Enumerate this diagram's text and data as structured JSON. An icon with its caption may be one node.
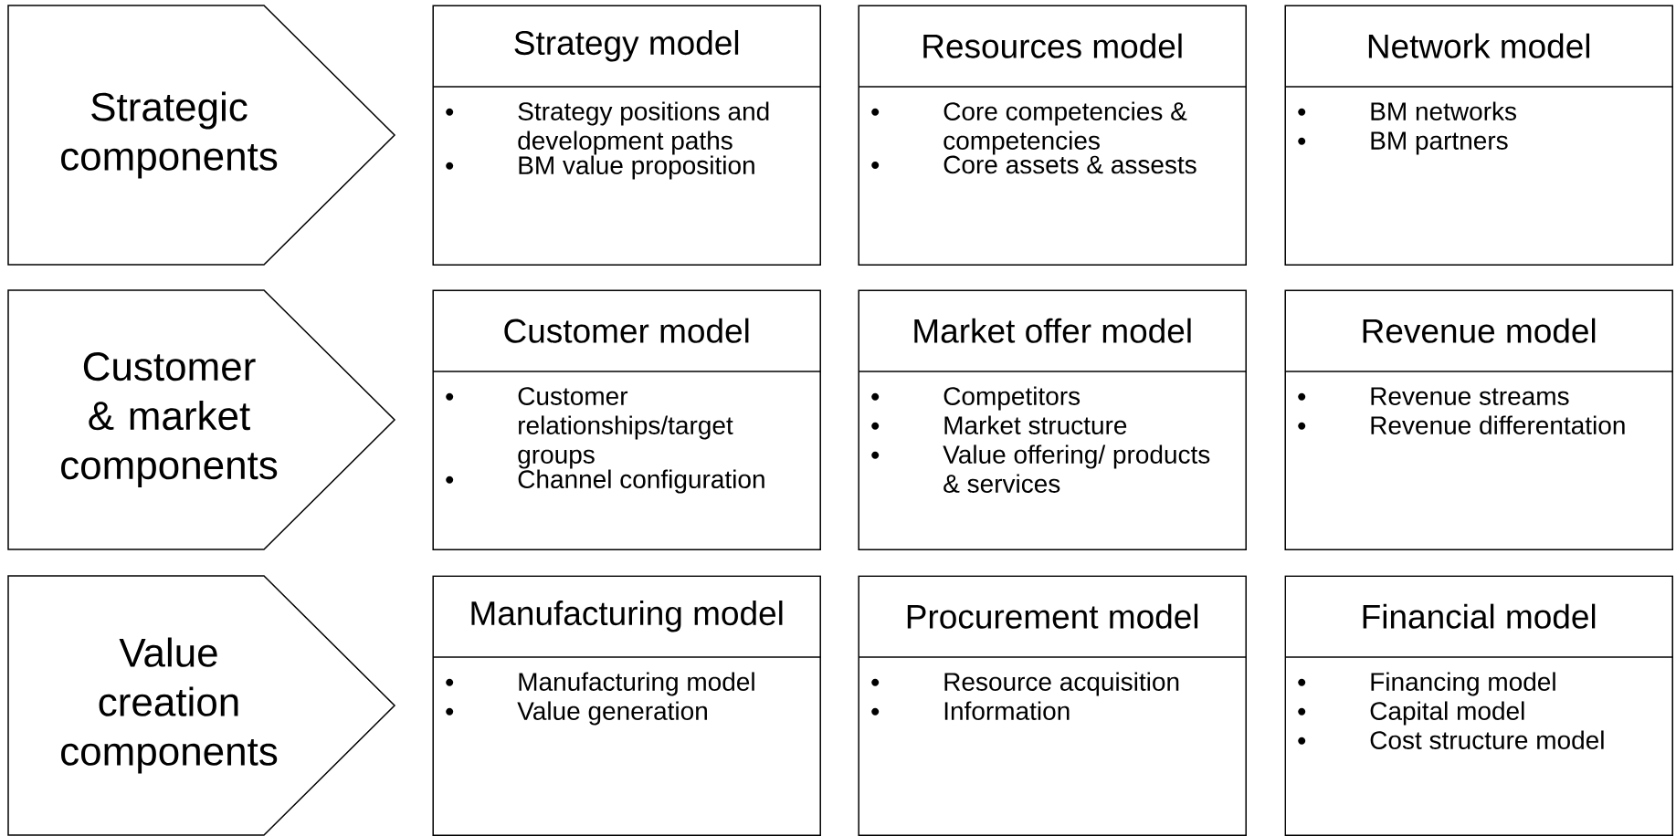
{
  "diagram": {
    "nodes": [
      {
        "text": [
          "Strategic components"
        ]
      },
      {
        "text": [
          "Strategy model",
          "Strategy positions and development paths",
          "BM value proposition"
        ]
      },
      {
        "text": [
          "Resources model",
          "Core competencies & competencies",
          "Core assets & assests"
        ]
      },
      {
        "text": [
          "Network model",
          "BM networks",
          "BM partners"
        ]
      },
      {
        "text": [
          "Customer & market components"
        ]
      },
      {
        "text": [
          "Customer model",
          "Customer relationships/target groups",
          "Channel configuration"
        ]
      },
      {
        "text": [
          "Market offer model",
          "Competitors",
          "Market structure",
          "Value offering/ products & services"
        ]
      },
      {
        "text": [
          "Revenue model",
          "Revenue streams",
          "Revenue differentation"
        ]
      },
      {
        "text": [
          "Value creation components"
        ]
      },
      {
        "text": [
          "Manufacturing model",
          "Manufacturing model",
          "Value generation"
        ]
      },
      {
        "text": [
          "Procurement model",
          "Resource acquisition",
          "Information"
        ]
      },
      {
        "text": [
          "Financial model",
          "Financing model",
          "Capital model",
          "Cost structure model"
        ]
      }
    ]
  }
}
